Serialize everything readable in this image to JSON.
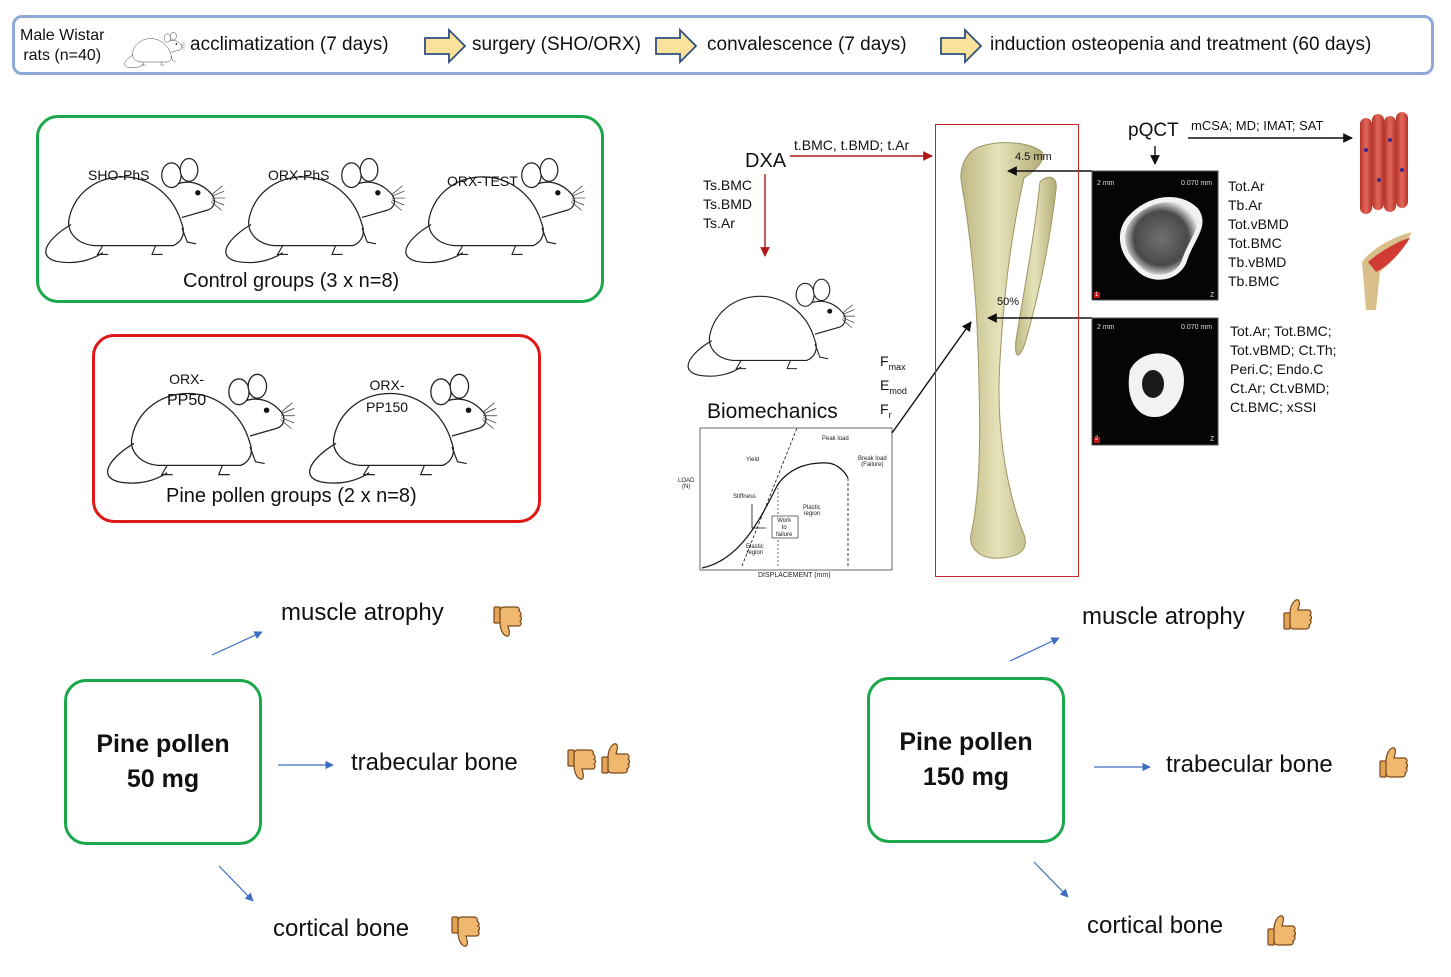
{
  "flow": {
    "rats_line1": "Male Wistar",
    "rats_line2": "rats (n=40)",
    "step1": "acclimatization (7 days)",
    "step2": "surgery (SHO/ORX)",
    "step3": "convalescence (7 days)",
    "step4": "induction osteopenia and treatment (60 days)"
  },
  "control": {
    "rat1": "SHO-PhS",
    "rat2": "ORX-PhS",
    "rat3": "ORX-TEST",
    "caption": "Control groups (3 x n=8)"
  },
  "pine": {
    "rat1_line1": "ORX-",
    "rat1_line2": "PP50",
    "rat2_line1": "ORX-",
    "rat2_line2": "PP150",
    "caption": "Pine pollen groups (2 x n=8)"
  },
  "dxa": {
    "label": "DXA",
    "arrow_label": "t.BMC, t.BMD; t.Ar",
    "params": [
      "Ts.BMC",
      "Ts.BMD",
      "Ts.Ar"
    ]
  },
  "biomech": {
    "title": "Biomechanics",
    "f_main": "F",
    "f_sub": "max",
    "e_main": "E",
    "e_sub": "mod",
    "fr_main": "F",
    "fr_sub": "r",
    "chart": {
      "ylabel_line1": "LOAD",
      "ylabel_line2": "(N)",
      "xlabel": "DISPLACEMENT (mm)",
      "peak": "Peak load",
      "yield": "Yield",
      "break_line1": "Break load",
      "break_line2": "(Failure)",
      "stiffness": "Stiffness",
      "plastic_line1": "Plastic",
      "plastic_line2": "region",
      "work_line1": "Work",
      "work_line2": "to",
      "work_line3": "failure",
      "elastic_line1": "Elastic",
      "elastic_line2": "region"
    }
  },
  "bone": {
    "mark1": "4.5 mm",
    "mark2": "50%"
  },
  "pqct": {
    "label": "pQCT",
    "muscle_params": "mCSA; MD; IMAT; SAT",
    "scan_scale": "2 mm",
    "scan_res": "0.070 mm",
    "scan1_idx": "1",
    "scan2_idx": "2",
    "scan_z": "Z",
    "trab_params": [
      "Tot.Ar",
      "Tb.Ar",
      "Tot.vBMD",
      "Tot.BMC",
      "Tb.vBMD",
      "Tb.BMC"
    ],
    "cort_params": [
      "Tot.Ar; Tot.BMC;",
      "Tot.vBMD; Ct.Th;",
      "Peri.C; Endo.C",
      "Ct.Ar; Ct.vBMD;",
      "Ct.BMC; xSSI"
    ]
  },
  "pp50": {
    "line1": "Pine pollen",
    "line2": "50 mg",
    "muscle": "muscle atrophy",
    "trab": "trabecular bone",
    "cort": "cortical bone"
  },
  "pp150": {
    "line1": "Pine pollen",
    "line2": "150 mg",
    "muscle": "muscle atrophy",
    "trab": "trabecular bone",
    "cort": "cortical bone"
  },
  "colors": {
    "flow_border": "#8ea9d8",
    "control_border": "#1aa84a",
    "pine_border": "#e01818",
    "arrow_fill": "#fbe29a",
    "arrow_stroke": "#2f4f80",
    "dxa_arrow": "#b01818",
    "blue_arrow": "#3d6cc4",
    "bone": "#d9d5a4"
  }
}
